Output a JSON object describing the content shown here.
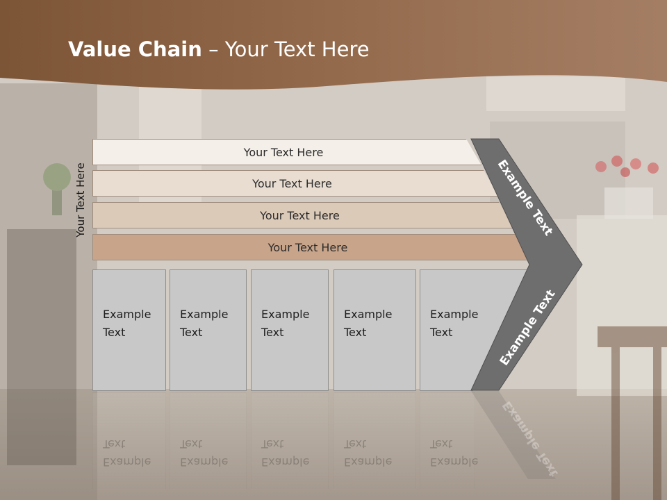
{
  "slide": {
    "title_bold": "Value Chain",
    "title_rest": " – Your Text Here",
    "vertical_label": "Your Text Here",
    "bars": [
      {
        "label": "Your Text Here",
        "color": "#f4efe9"
      },
      {
        "label": "Your Text Here",
        "color": "#e9ddd2"
      },
      {
        "label": "Your Text Here",
        "color": "#dccab9"
      },
      {
        "label": "Your Text Here",
        "color": "#c8a48a"
      }
    ],
    "boxes": [
      {
        "line1": "Example",
        "line2": "Text"
      },
      {
        "line1": "Example",
        "line2": "Text"
      },
      {
        "line1": "Example",
        "line2": "Text"
      },
      {
        "line1": "Example",
        "line2": "Text"
      },
      {
        "line1": "Example",
        "line2": "Text"
      }
    ],
    "chevron_top_label": "Example Text",
    "chevron_bottom_label": "Example Text",
    "colors": {
      "header_brown": "#8a5e3e",
      "chevron_gray": "#6e6e6e",
      "box_gray": "#c8c8c8"
    }
  }
}
